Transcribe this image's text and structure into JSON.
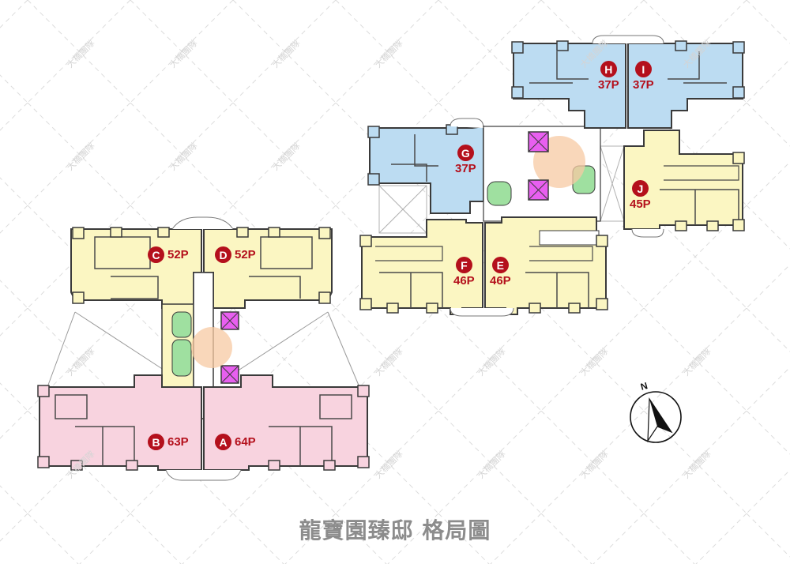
{
  "title": "龍寶園臻邸 格局圖",
  "watermark": {
    "text": "大橋團隊",
    "logo_text": "大橋"
  },
  "compass": {
    "label": "N"
  },
  "colors": {
    "yellow_unit": "#fbf6c2",
    "pink_unit": "#f8d3df",
    "blue_unit": "#bcdcf2",
    "elevator": "#e85ff0",
    "stair": "#9fe0a0",
    "label_red": "#b4101c",
    "wall": "#3a3a3a",
    "title_gray": "#8c8c8c"
  },
  "units": [
    {
      "id": "A",
      "size": "64P",
      "building": "left",
      "color": "pink"
    },
    {
      "id": "B",
      "size": "63P",
      "building": "left",
      "color": "pink"
    },
    {
      "id": "C",
      "size": "52P",
      "building": "left",
      "color": "yellow"
    },
    {
      "id": "D",
      "size": "52P",
      "building": "left",
      "color": "yellow"
    },
    {
      "id": "E",
      "size": "46P",
      "building": "right",
      "color": "yellow"
    },
    {
      "id": "F",
      "size": "46P",
      "building": "right",
      "color": "yellow"
    },
    {
      "id": "G",
      "size": "37P",
      "building": "right",
      "color": "blue"
    },
    {
      "id": "H",
      "size": "37P",
      "building": "right",
      "color": "blue"
    },
    {
      "id": "I",
      "size": "37P",
      "building": "right",
      "color": "blue"
    },
    {
      "id": "J",
      "size": "45P",
      "building": "right",
      "color": "yellow"
    }
  ]
}
